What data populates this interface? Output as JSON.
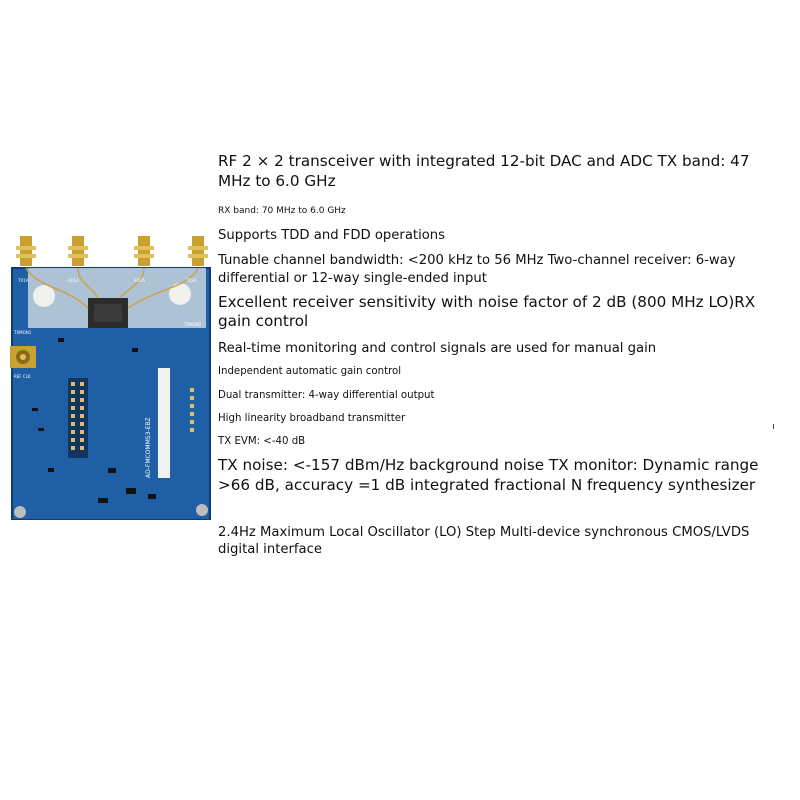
{
  "board": {
    "labels": {
      "tx1a": "TX1A",
      "rx1a": "RX1A",
      "rx2a": "RX2A",
      "tx2a": "TX2A",
      "tx_mon1": "TXMON1",
      "tx_mon2": "TXMON2",
      "ref_clk": "REF CLK",
      "model": "AD-FMCOMMS3-EBZ"
    }
  },
  "specs": [
    {
      "text": "RF 2 × 2 transceiver with integrated 12-bit DAC and ADC TX band: 47 MHz to 6.0 GHz",
      "size": "lg"
    },
    {
      "text": "RX band: 70 MHz to 6.0 GHz",
      "size": "xs"
    },
    {
      "text": "Supports TDD and FDD operations",
      "size": "md"
    },
    {
      "text": "Tunable channel bandwidth: <200 kHz to 56 MHz Two-channel receiver: 6-way differential or 12-way single-ended input",
      "size": "md"
    },
    {
      "text": "Excellent receiver sensitivity with noise factor of 2 dB (800 MHz LO)RX gain control",
      "size": "lg"
    },
    {
      "text": "Real-time monitoring and control signals are used for manual gain",
      "size": "md"
    },
    {
      "text": "Independent automatic gain control",
      "size": "sm"
    },
    {
      "text": "Dual transmitter: 4-way differential output",
      "size": "sm"
    },
    {
      "text": "High linearity broadband transmitter",
      "size": "sm"
    },
    {
      "text": "TX EVM: <-40 dB",
      "size": "sm"
    },
    {
      "text": "TX noise: <-157 dBm/Hz background noise TX monitor: Dynamic range >66 dB, accuracy =1 dB integrated fractional N frequency synthesizer",
      "size": "lg"
    },
    {
      "text": "2.4Hz Maximum Local Oscillator (LO) Step Multi-device synchronous CMOS/LVDS digital interface",
      "size": "md"
    }
  ]
}
